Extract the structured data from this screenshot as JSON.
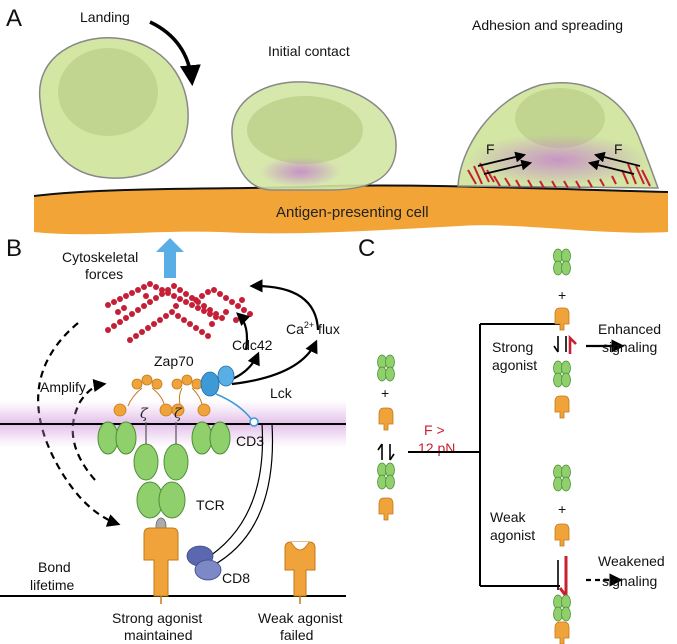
{
  "panel_labels": {
    "a": "A",
    "b": "B",
    "c": "C"
  },
  "panel_a": {
    "stage_landing": "Landing",
    "stage_contact": "Initial contact",
    "stage_spreading": "Adhesion and spreading",
    "force_left": "F",
    "force_right": "F",
    "apc_label": "Antigen-presenting cell"
  },
  "panel_b": {
    "cytoskeletal_line1": "Cytoskeletal",
    "cytoskeletal_line2": "forces",
    "zap70": "Zap70",
    "cdc42": "Cdc42",
    "ca_prefix": "Ca",
    "ca_sup": "2+",
    "ca_suffix": " flux",
    "amplify": "Amplify",
    "zeta": "ζ",
    "lck": "Lck",
    "cd3": "CD3",
    "tcr": "TCR",
    "cd8": "CD8",
    "bond_line1": "Bond",
    "bond_line2": "lifetime",
    "strong_line1": "Strong agonist",
    "strong_line2": "maintained",
    "weak_line1": "Weak agonist",
    "weak_line2": "failed"
  },
  "panel_c": {
    "plus": "+",
    "force_line1": "F >",
    "force_line2": "12 pN",
    "strong_line1": "Strong",
    "strong_line2": "agonist",
    "weak_line1": "Weak",
    "weak_line2": "agonist",
    "enhanced_line1": "Enhanced",
    "enhanced_line2": "signaling",
    "weakened_line1": "Weakened",
    "weakened_line2": "signaling"
  },
  "colors": {
    "cell_fill": "#d3e6a4",
    "nucleus_fill": "#c2d590",
    "apc_fill": "#f2a536",
    "tcr_green": "#8fcf6c",
    "pmhc_orange": "#f0a33a",
    "cd8_blue": "#5b68b0",
    "lck_blue": "#3d9ad6",
    "actin_red": "#c61e36",
    "arrow_blue": "#5aaee6",
    "membrane_purple": "#c47ad0"
  }
}
